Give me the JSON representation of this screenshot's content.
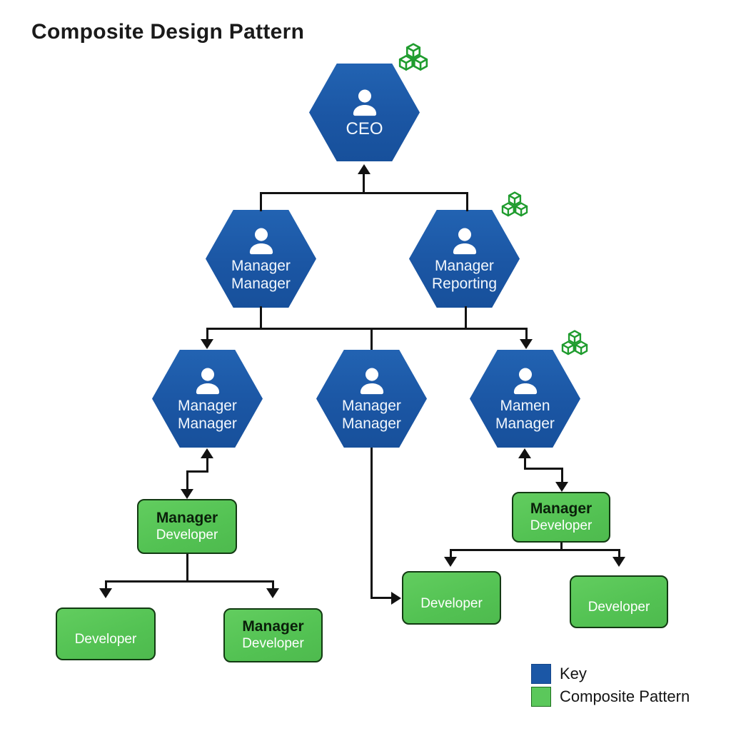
{
  "title": "Composite Design Pattern",
  "nodes": {
    "ceo": {
      "lines": [
        "CEO"
      ]
    },
    "manager_2_left": {
      "lines": [
        "Manager",
        "Manager"
      ]
    },
    "manager_2_right": {
      "lines": [
        "Manager",
        "Reporting"
      ]
    },
    "manager_3_left": {
      "lines": [
        "Manager",
        "Manager"
      ]
    },
    "manager_3_middle": {
      "lines": [
        "Manager",
        "Manager"
      ]
    },
    "manager_3_right": {
      "lines": [
        "Mamen",
        "Manager"
      ]
    }
  },
  "boxes": {
    "mid_left": {
      "title": "Manager",
      "subtitle": "Developer"
    },
    "mid_right": {
      "title": "Manager",
      "subtitle": "Developer"
    },
    "bottom_left": {
      "subtitle": "Developer"
    },
    "bottom_center": {
      "title": "Manager",
      "subtitle": "Developer"
    },
    "bottom_mid_right": {
      "subtitle": "Developer"
    },
    "bottom_right": {
      "subtitle": "Developer"
    }
  },
  "legend": {
    "items": [
      {
        "label": "Key",
        "color": "#1b57a6"
      },
      {
        "label": "Composite Pattern",
        "color": "#5bc85b"
      }
    ]
  },
  "colors": {
    "hexagon_fill": "#1d5ba8",
    "box_fill": "#55c455",
    "box_border": "#123a12",
    "connector": "#121212",
    "cubes_icon": "#1f9c2e",
    "node_text": "#f2f7fd"
  },
  "icons": {
    "person": "person-icon",
    "cubes": "composite-cubes-icon"
  }
}
